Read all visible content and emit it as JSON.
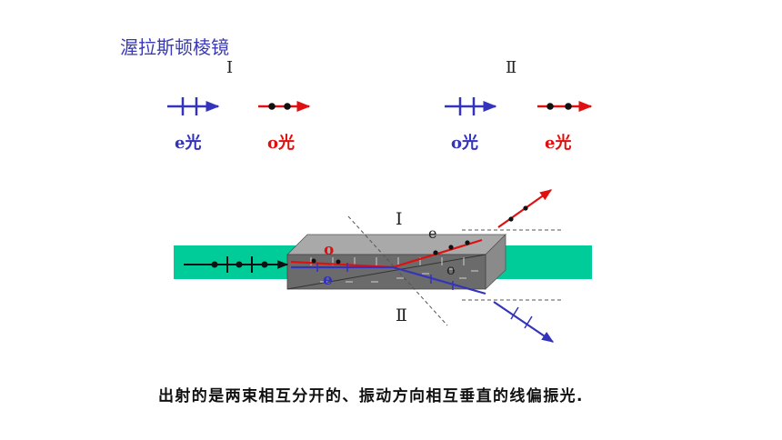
{
  "title": "渥拉斯顿棱镜",
  "legend": {
    "group1_label": "I",
    "group2_label": "Ⅱ",
    "group1_first": "e光",
    "group1_second": "o光",
    "group2_first": "o光",
    "group2_second": "e光"
  },
  "diagram": {
    "region_top": "I",
    "region_bottom": "Ⅱ",
    "label_o_in": "o",
    "label_e_in": "e",
    "label_e_out": "e",
    "label_o_out": "o"
  },
  "caption": "出射的是两束相互分开的、振动方向相互垂直的线偏振光.",
  "colors": {
    "title": "#3a3ab8",
    "e_ray": "#3333bb",
    "o_ray": "#e01010",
    "beam": "#00cc99",
    "prism_front": "#6b6b6b",
    "prism_top": "#a9a9a9",
    "prism_side": "#8a8a8a"
  }
}
